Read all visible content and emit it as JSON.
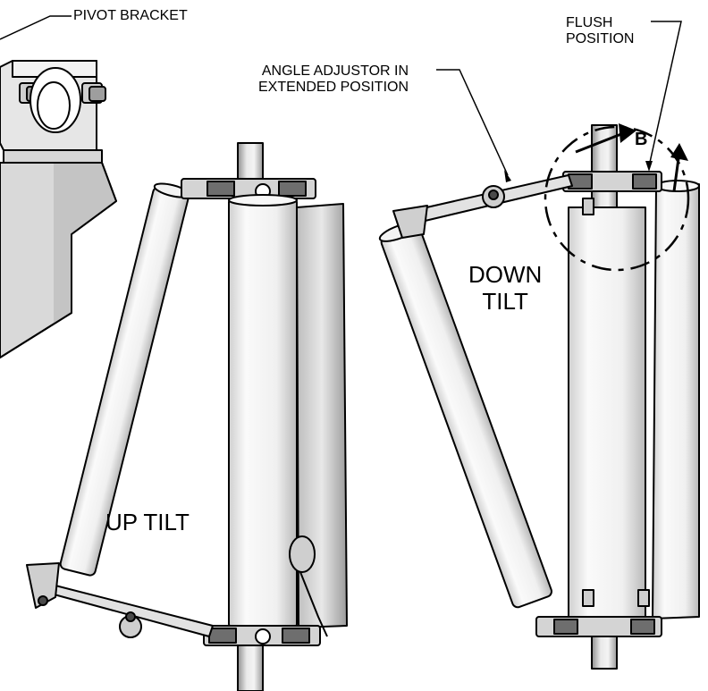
{
  "labels": {
    "pivot_bracket": "PIVOT BRACKET",
    "flush_line1": "FLUSH",
    "flush_line2": "POSITION",
    "angle_line1": "ANGLE ADJUSTOR IN",
    "angle_line2": "EXTENDED POSITION",
    "down_line1": "DOWN",
    "down_line2": "TILT",
    "up_tilt": "UP TILT",
    "detail_b": "B"
  }
}
